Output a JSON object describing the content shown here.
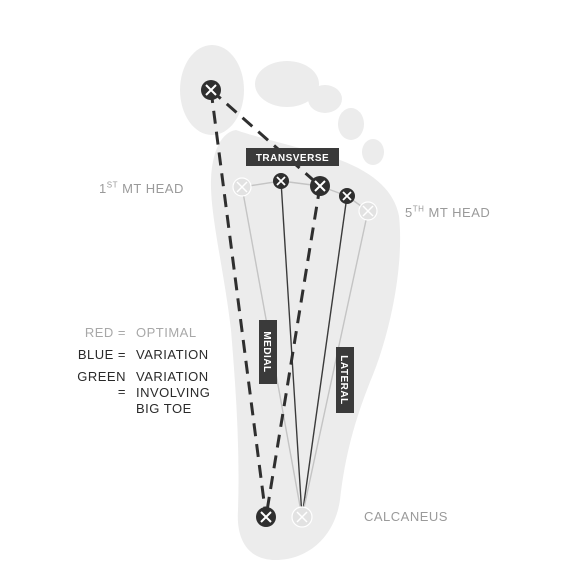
{
  "labels": {
    "first_mt_head_num": "1",
    "first_mt_head_sup": "ST",
    "first_mt_head_rest": " MT HEAD",
    "fifth_mt_head_num": "5",
    "fifth_mt_head_sup": "TH",
    "fifth_mt_head_rest": " MT HEAD",
    "calcaneus": "CALCANEUS",
    "transverse": "TRANSVERSE",
    "medial": "MEDIAL",
    "lateral": "LATERAL"
  },
  "legend": [
    {
      "key": "RED =",
      "value_lines": [
        "OPTIMAL"
      ],
      "color": "#a8a8a8"
    },
    {
      "key": "BLUE =",
      "value_lines": [
        "VARIATION"
      ],
      "color": "#2a2a2a"
    },
    {
      "key": "GREEN =",
      "value_lines": [
        "VARIATION",
        "INVOLVING",
        "BIG TOE"
      ],
      "color": "#2a2a2a"
    }
  ],
  "colors": {
    "foot": "#ececec",
    "dark_marker": "#2f2f2f",
    "light_marker": "#e2e2e2",
    "label_gray": "#9a9a9a",
    "tag_bg": "#3a3a3a",
    "tag_text": "#ffffff"
  }
}
